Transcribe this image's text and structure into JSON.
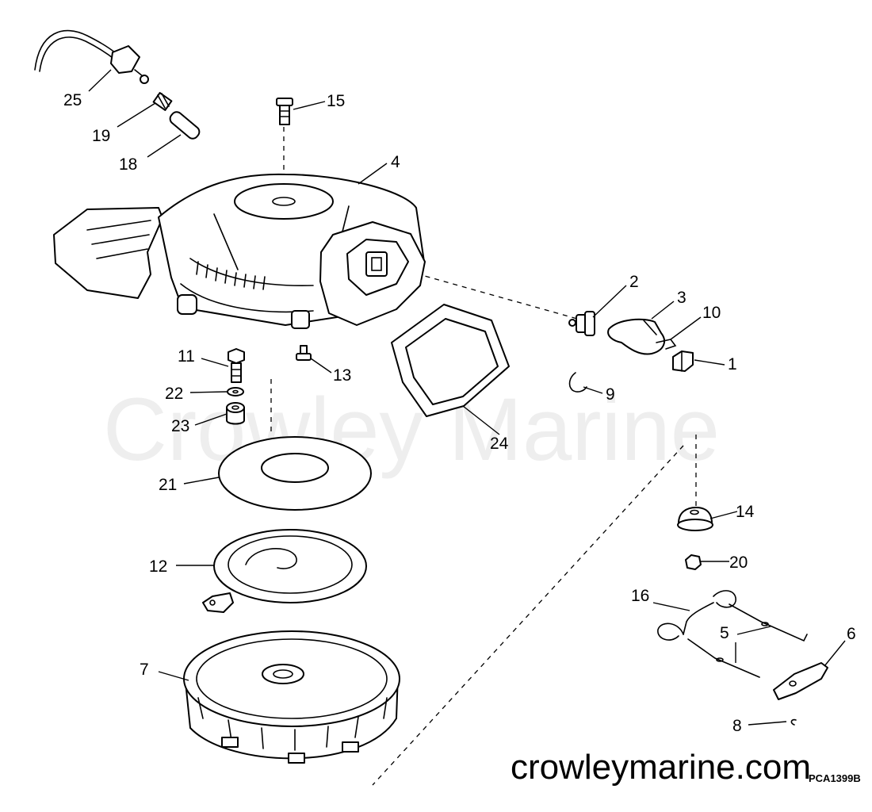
{
  "watermark": "Crowley Marine",
  "site_url": "crowleymarine.com",
  "drawing_code": "PCA1399B",
  "callouts": {
    "c1": "1",
    "c2": "2",
    "c3": "3",
    "c4": "4",
    "c5": "5",
    "c6": "6",
    "c7": "7",
    "c8": "8",
    "c9": "9",
    "c10": "10",
    "c11": "11",
    "c12": "12",
    "c13": "13",
    "c14": "14",
    "c15": "15",
    "c16": "16",
    "c18": "18",
    "c19": "19",
    "c20": "20",
    "c21": "21",
    "c22": "22",
    "c23": "23",
    "c24": "24",
    "c25": "25"
  }
}
